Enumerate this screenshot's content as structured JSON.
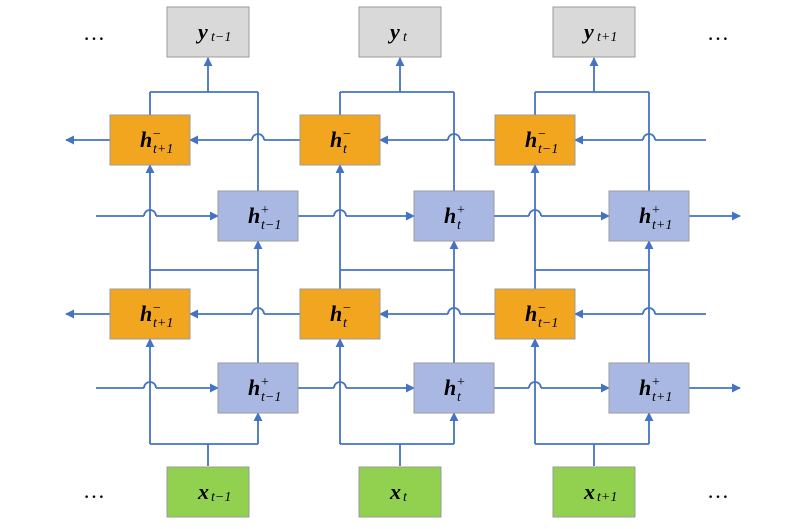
{
  "ellipsis": "…",
  "colors": {
    "arrow": "#4472C4",
    "output_fill": "#D9D9D9",
    "input_fill": "#92D050",
    "backward_fill": "#F2A61F",
    "forward_fill": "#A9B8E3",
    "box_stroke": "#9B9B9B"
  },
  "outputs": [
    {
      "main": "y",
      "sub": "t−1",
      "sup": ""
    },
    {
      "main": "y",
      "sub": "t",
      "sup": ""
    },
    {
      "main": "y",
      "sub": "t+1",
      "sup": ""
    }
  ],
  "inputs": [
    {
      "main": "x",
      "sub": "t−1",
      "sup": ""
    },
    {
      "main": "x",
      "sub": "t",
      "sup": ""
    },
    {
      "main": "x",
      "sub": "t+1",
      "sup": ""
    }
  ],
  "backward_states": [
    {
      "main": "h",
      "sub": "t+1",
      "sup": "−"
    },
    {
      "main": "h",
      "sub": "t",
      "sup": "−"
    },
    {
      "main": "h",
      "sub": "t−1",
      "sup": "−"
    }
  ],
  "forward_states": [
    {
      "main": "h",
      "sub": "t−1",
      "sup": "+"
    },
    {
      "main": "h",
      "sub": "t",
      "sup": "+"
    },
    {
      "main": "h",
      "sub": "t+1",
      "sup": "+"
    }
  ]
}
